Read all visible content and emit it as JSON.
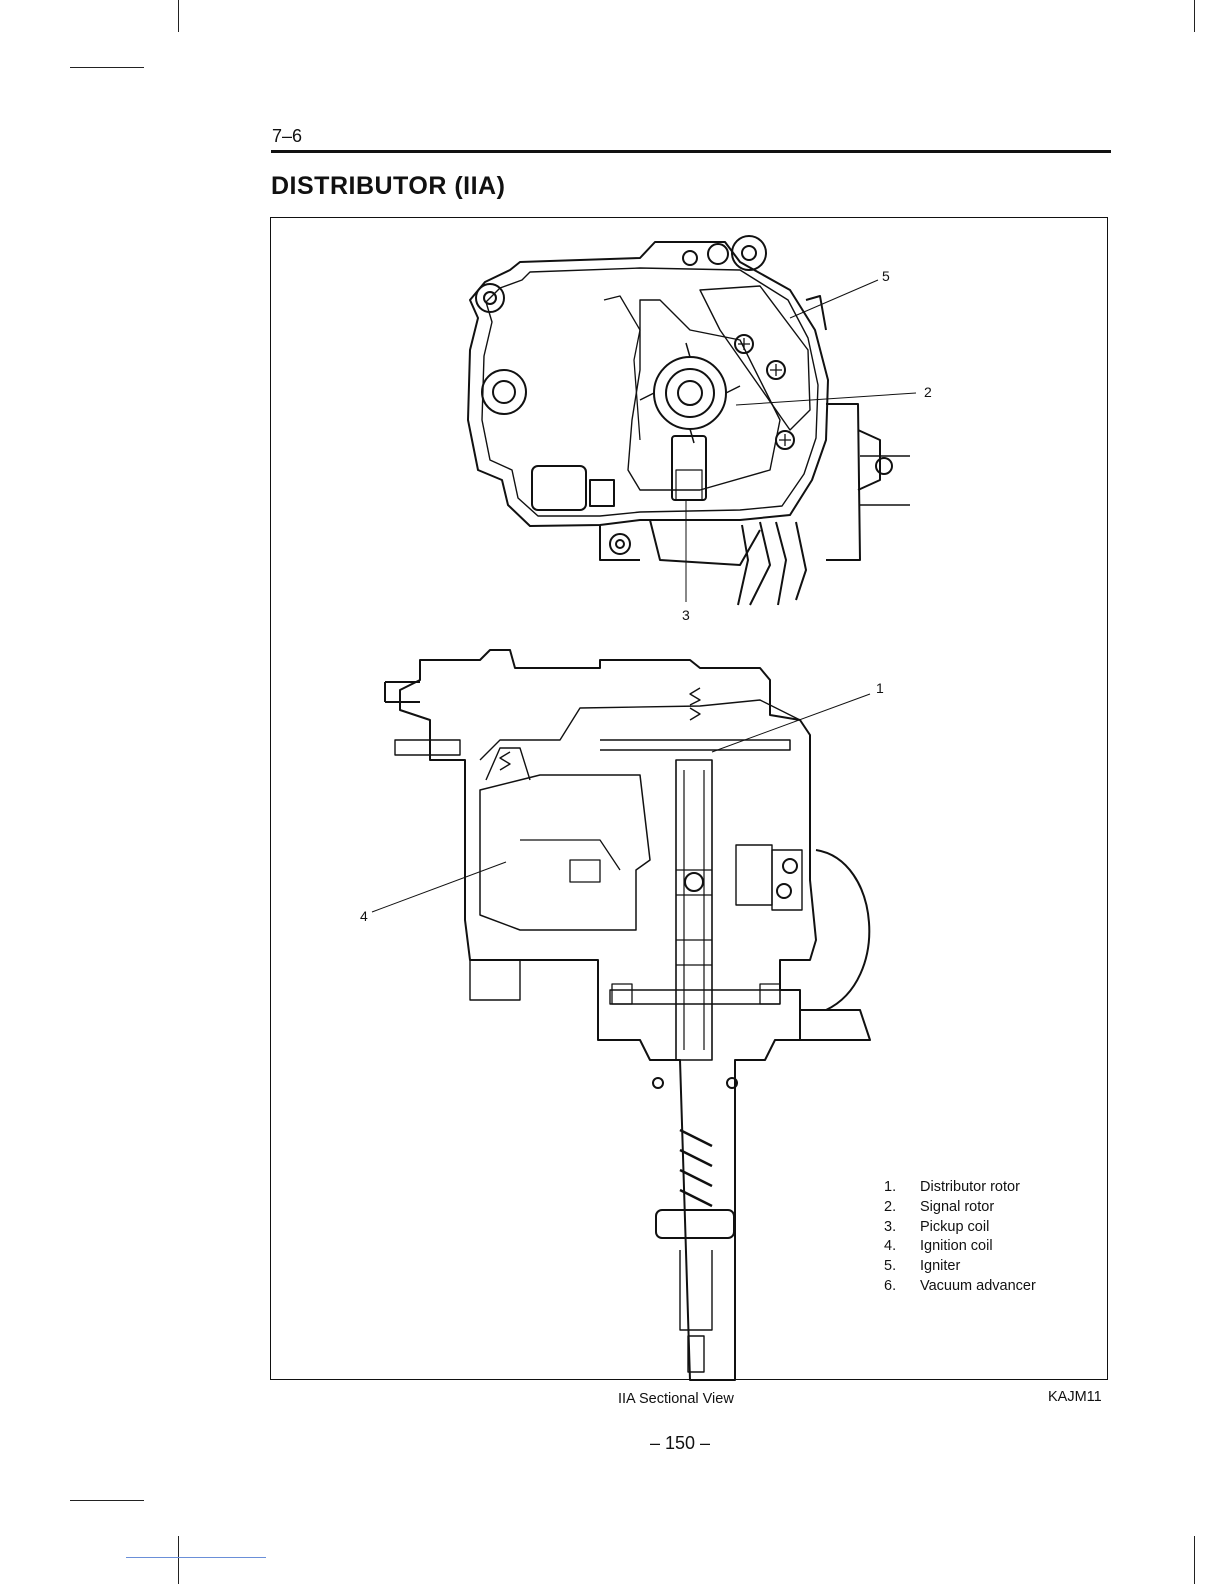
{
  "header": {
    "page_ref": "7–6",
    "title": "DISTRIBUTOR (IIA)"
  },
  "figure": {
    "callouts": {
      "c1": "1",
      "c2": "2",
      "c3": "3",
      "c4": "4",
      "c5": "5"
    },
    "legend": [
      {
        "num": "1.",
        "label": "Distributor rotor"
      },
      {
        "num": "2.",
        "label": "Signal rotor"
      },
      {
        "num": "3.",
        "label": "Pickup coil"
      },
      {
        "num": "4.",
        "label": "Ignition coil"
      },
      {
        "num": "5.",
        "label": "Igniter"
      },
      {
        "num": "6.",
        "label": "Vacuum advancer"
      }
    ],
    "caption": "IIA Sectional View",
    "code": "KAJM11"
  },
  "footer": {
    "page_number": "– 150 –"
  }
}
